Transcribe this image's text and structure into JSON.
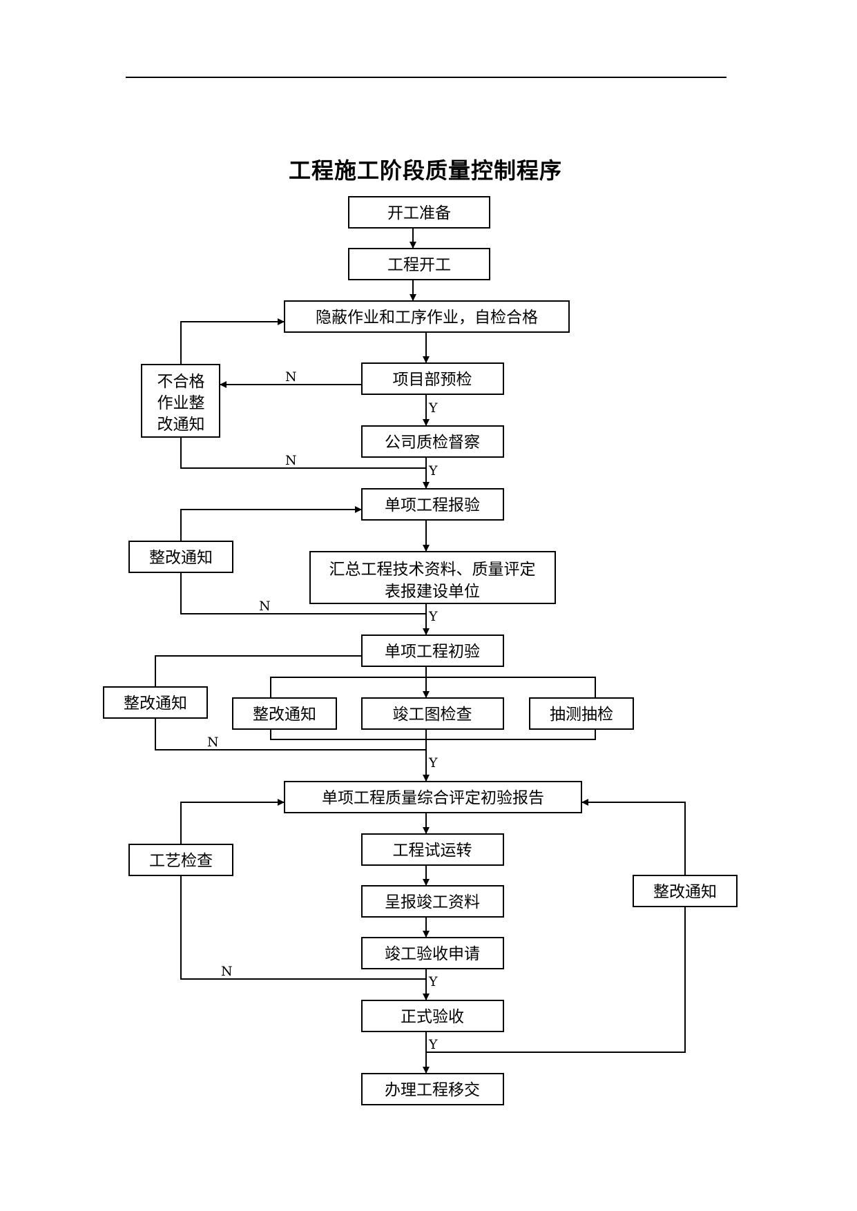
{
  "document": {
    "title": "工程施工阶段质量控制程序"
  },
  "flowchart": {
    "nodes": {
      "n1": "开工准备",
      "n2": "工程开工",
      "n3": "隐蔽作业和工序作业，自检合格",
      "n4": "项目部预检",
      "n5": "公司质检督察",
      "n6": "单项工程报验",
      "n7a": "汇总工程技术资料、质量评定",
      "n7b": "表报建设单位",
      "n8": "单项工程初验",
      "n9a": "整改通知",
      "n9b": "竣工图检查",
      "n9c": "抽测抽检",
      "n10": "单项工程质量综合评定初验报告",
      "n11": "工程试运转",
      "n12": "呈报竣工资料",
      "n13": "竣工验收申请",
      "n14": "正式验收",
      "n15": "办理工程移交",
      "side1a": "不合格",
      "side1b": "作业整",
      "side1c": "改通知",
      "side2": "整改通知",
      "side3": "整改通知",
      "side4": "工艺检查",
      "side5": "整改通知"
    },
    "branch_labels": {
      "no": "N",
      "yes": "Y"
    }
  }
}
